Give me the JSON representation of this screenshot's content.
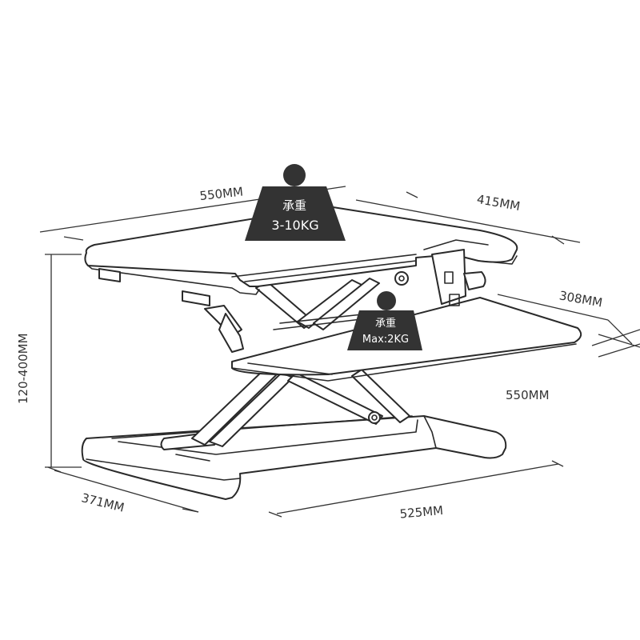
{
  "dimensions": {
    "top_width": "550MM",
    "top_depth": "415MM",
    "keyboard_depth": "308MM",
    "keyboard_width": "550MM",
    "height_range": "120-400MM",
    "base_depth": "371MM",
    "base_width": "525MM"
  },
  "load_badges": {
    "top": {
      "line1": "承重",
      "line2": "3-10KG"
    },
    "keyboard": {
      "line1": "承重",
      "line2": "Max:2KG"
    }
  },
  "colors": {
    "badge": "#333333",
    "line": "#2a2a2a",
    "text": "#333333"
  }
}
